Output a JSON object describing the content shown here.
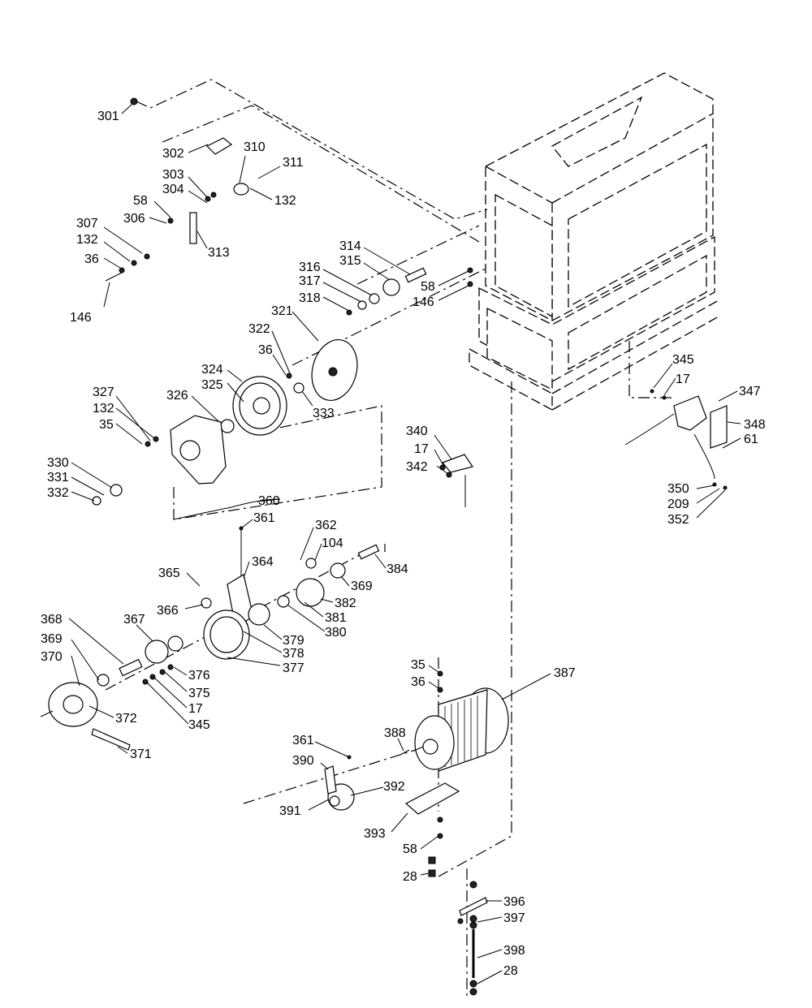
{
  "labels": {
    "l301": "301",
    "l302": "302",
    "l303": "303",
    "l304": "304",
    "l306": "306",
    "l307": "307",
    "l132a": "132",
    "l36a": "36",
    "l146a": "146",
    "l58a": "58",
    "l310": "310",
    "l311": "311",
    "l132b": "132",
    "l313": "313",
    "l314": "314",
    "l315": "315",
    "l316": "316",
    "l317": "317",
    "l318": "318",
    "l58b": "58",
    "l146b": "146",
    "l321": "321",
    "l322": "322",
    "l36b": "36",
    "l324": "324",
    "l325": "325",
    "l333": "333",
    "l326": "326",
    "l327": "327",
    "l132c": "132",
    "l35a": "35",
    "l330": "330",
    "l331": "331",
    "l332": "332",
    "l345a": "345",
    "l17a": "17",
    "l347": "347",
    "l348": "348",
    "l61": "61",
    "l350": "350",
    "l209": "209",
    "l352": "352",
    "l340": "340",
    "l17b": "17",
    "l342": "342",
    "l360": "360",
    "l361a": "361",
    "l362": "362",
    "l104": "104",
    "l364": "364",
    "l365": "365",
    "l366": "366",
    "l384": "384",
    "l369a": "369",
    "l382": "382",
    "l381": "381",
    "l380": "380",
    "l379": "379",
    "l378": "378",
    "l377": "377",
    "l368": "368",
    "l367": "367",
    "l369b": "369",
    "l370": "370",
    "l376": "376",
    "l375": "375",
    "l17c": "17",
    "l345b": "345",
    "l372": "372",
    "l371": "371",
    "l35b": "35",
    "l36c": "36",
    "l387": "387",
    "l388": "388",
    "l361b": "361",
    "l390": "390",
    "l392": "392",
    "l391": "391",
    "l393": "393",
    "l58c": "58",
    "l28a": "28",
    "l396": "396",
    "l397": "397",
    "l398": "398",
    "l28b": "28"
  }
}
